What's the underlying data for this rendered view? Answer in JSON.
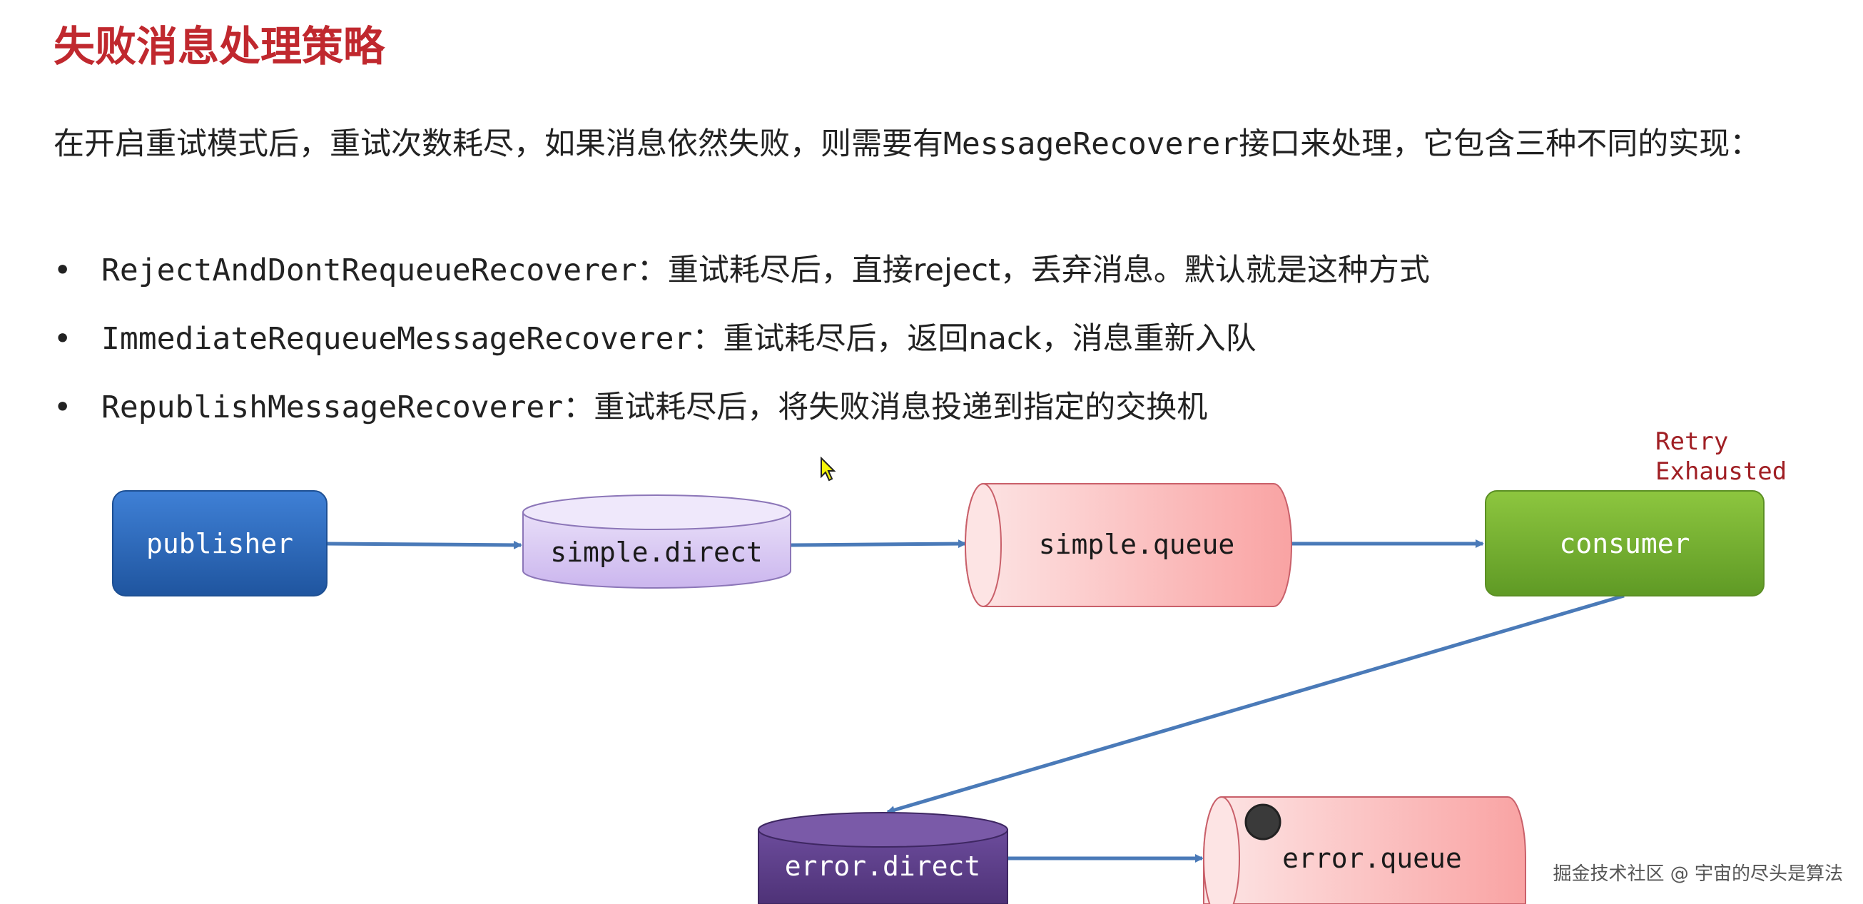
{
  "title": "失败消息处理策略",
  "intro": {
    "text_before": "在开启重试模式后，重试次数耗尽，如果消息依然失败，则需要有",
    "interface_name": "MessageRecoverer",
    "text_after": "接口来处理，它包含三种不同的实现："
  },
  "bullets": [
    {
      "name": "RejectAndDontRequeueRecoverer",
      "desc": "：重试耗尽后，直接reject，丢弃消息。默认就是这种方式"
    },
    {
      "name": "ImmediateRequeueMessageRecoverer",
      "desc": "：重试耗尽后，返回nack，消息重新入队"
    },
    {
      "name": "RepublishMessageRecoverer",
      "desc": "：重试耗尽后，将失败消息投递到指定的交换机"
    }
  ],
  "diagram": {
    "publisher": "publisher",
    "simple_direct": "simple.direct",
    "simple_queue": "simple.queue",
    "consumer": "consumer",
    "retry_line1": "Retry",
    "retry_line2": "Exhausted",
    "error_direct": "error.direct",
    "error_queue": "error.queue"
  },
  "watermark": "掘金技术社区 @ 宇宙的尽头是算法",
  "colors": {
    "title": "#c0282e",
    "publisher": "#2f6cbf",
    "consumer": "#7ab535",
    "exchange_light": "#d9c9f2",
    "exchange_dark": "#5f3f8f",
    "queue": "#fbb4b4",
    "arrow": "#4a7ab8"
  }
}
